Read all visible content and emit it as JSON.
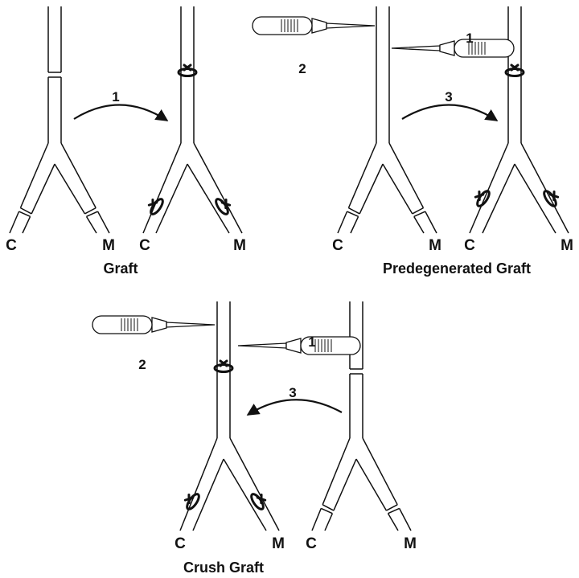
{
  "panels": {
    "graft": {
      "caption": "Graft",
      "arrow_step": "1",
      "branch_left": "C",
      "branch_right": "M",
      "donor_left": "C",
      "donor_right": "M"
    },
    "predegenerated": {
      "caption": "Predegenerated Graft",
      "arrow_step": "3",
      "scalpel_1": "1",
      "scalpel_2": "2",
      "branch_left": "C",
      "branch_right": "M",
      "recipient_left": "C",
      "recipient_right": "M"
    },
    "crush": {
      "caption": "Crush Graft",
      "arrow_step": "3",
      "scalpel_1": "1",
      "scalpel_2": "2",
      "branch_left": "C",
      "branch_right": "M",
      "donor_left": "C",
      "donor_right": "M"
    }
  },
  "colors": {
    "ink": "#111111",
    "paper": "#ffffff"
  }
}
